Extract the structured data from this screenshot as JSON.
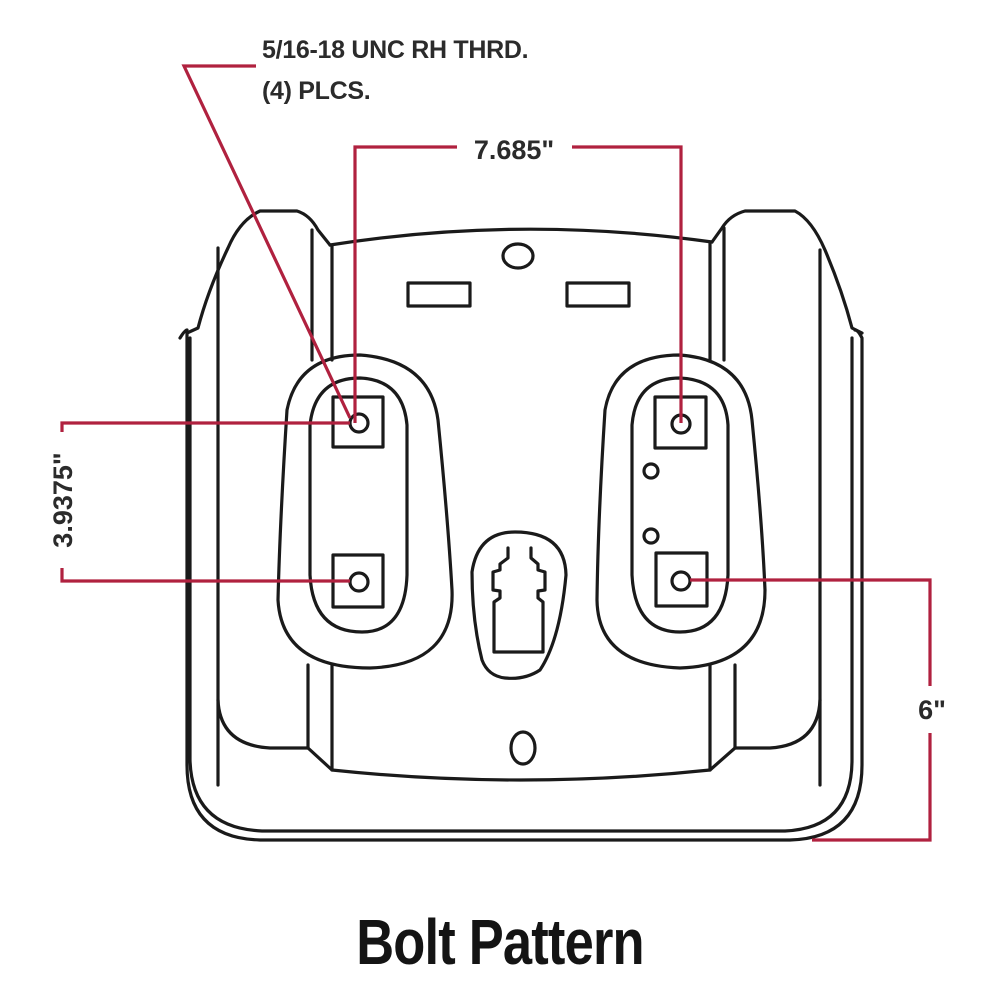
{
  "diagram": {
    "title": "Bolt Pattern",
    "callout": {
      "line1": "5/16-18 UNC RH THRD.",
      "line2": "(4) PLCS."
    },
    "dimensions": {
      "horizontal_spacing": "7.685\"",
      "vertical_spacing": "3.9375\"",
      "bolt_to_edge": "6\""
    },
    "colors": {
      "outline": "#1a1a1a",
      "dimension_lines": "#b0213f",
      "text": "#2b2b2b"
    },
    "bolt_holes": [
      {
        "position": "top-left"
      },
      {
        "position": "bottom-left"
      },
      {
        "position": "top-right"
      },
      {
        "position": "bottom-right"
      }
    ]
  }
}
